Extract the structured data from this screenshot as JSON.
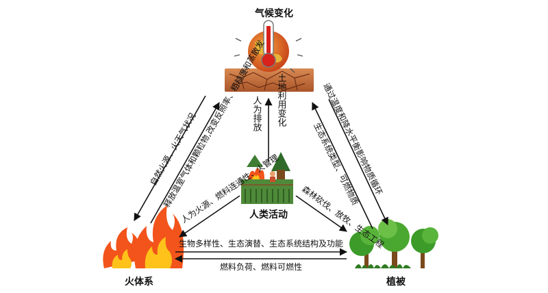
{
  "nodes": {
    "climate": "气候变化",
    "human": "人类活动",
    "fire": "火体系",
    "vegetation": "植被"
  },
  "edges": {
    "climate_to_fire": "自然火源、火天气状况",
    "fire_to_climate": "释放温室气体和颗粒物,改变反照率、粗糙度和蒸散发",
    "human_to_climate_a": "人为排放",
    "human_to_climate_b": "土地利用变化",
    "climate_to_vegetation_a": "通过温度和降水平衡影响物质循环",
    "climate_to_vegetation_b": "生态系统类型、可燃物质",
    "human_to_fire": "人为火源、燃料连通性、火管理",
    "human_to_vegetation": "森林砍伐、放牧、生态工程",
    "fire_to_vegetation": "生物多样性、生态演替、生态系统结构及功能",
    "vegetation_to_fire": "燃料负荷、燃料可燃性"
  },
  "colors": {
    "flame_outer": "#f2541b",
    "flame_inner": "#ffc21a",
    "tree_green": "#3d9b2a",
    "soil": "#c8733e",
    "globe": "#d2461e"
  }
}
